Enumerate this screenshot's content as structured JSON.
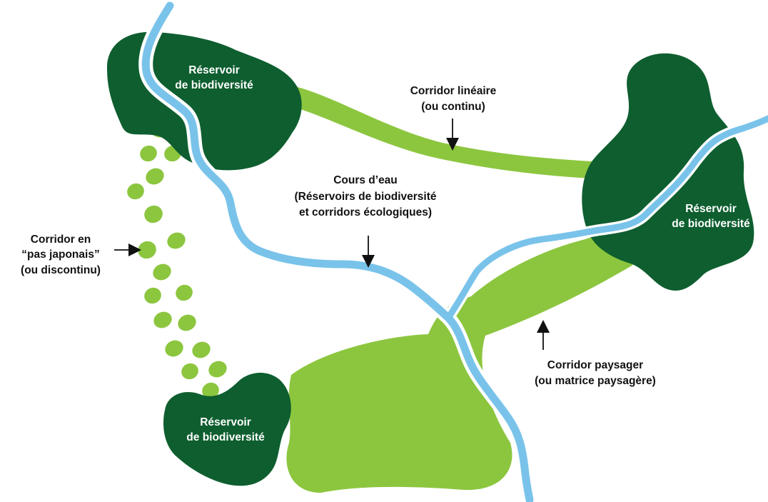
{
  "colors": {
    "reservoir": "#0e5e2f",
    "corridor": "#8cc63f",
    "landscape": "#8cc63f",
    "river": "#79c3ea",
    "label_dark": "#111111",
    "label_light": "#ffffff"
  },
  "reservoirs": [
    {
      "line1": "Réservoir",
      "line2": "de biodiversité"
    },
    {
      "line1": "Réservoir",
      "line2": "de biodiversité"
    },
    {
      "line1": "Réservoir",
      "line2": "de biodiversité"
    }
  ],
  "labels": {
    "linear": {
      "line1": "Corridor linéaire",
      "line2": "(ou continu)"
    },
    "river": {
      "line1": "Cours d’eau",
      "line2": "(Réservoirs de biodiversité",
      "line3": "et corridors écologiques)"
    },
    "stepping": {
      "line1": "Corridor en",
      "line2": "“pas japonais”",
      "line3": "(ou discontinu)"
    },
    "landscape": {
      "line1": "Corridor paysager",
      "line2": "(ou matrice paysagère)"
    }
  },
  "icons": {
    "arrow": "arrow-icon"
  }
}
